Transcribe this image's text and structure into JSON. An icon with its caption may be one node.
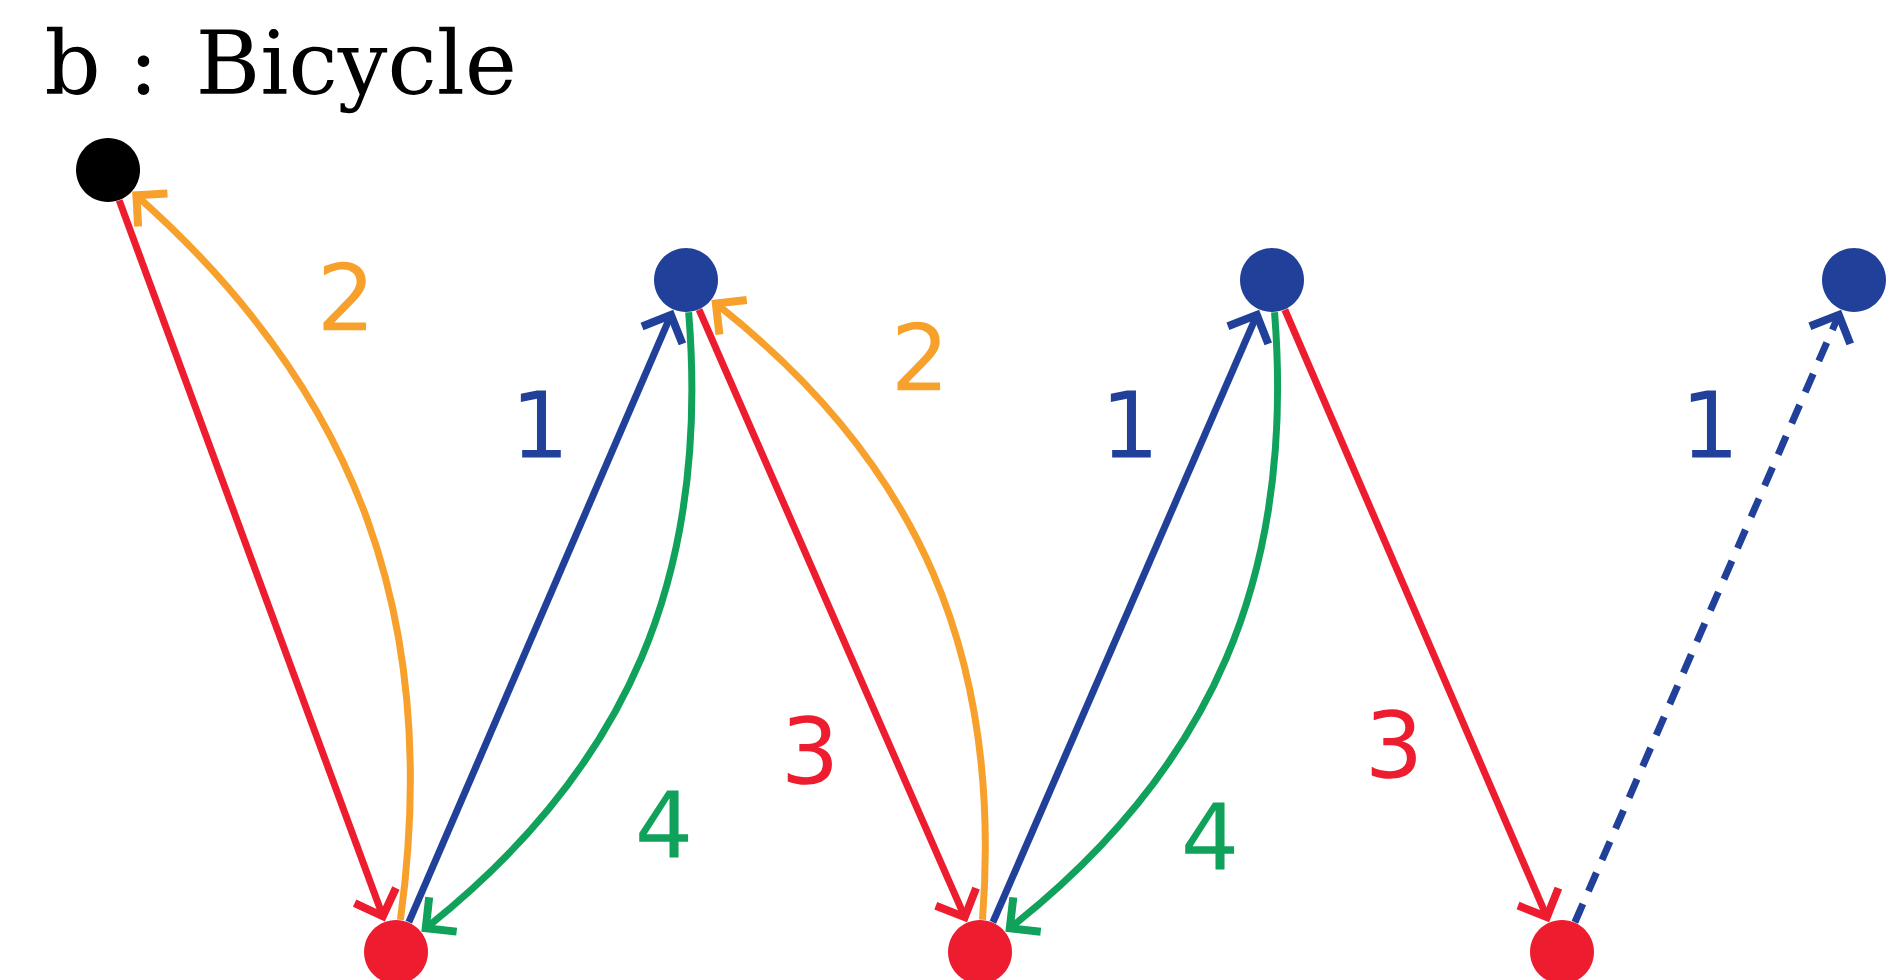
{
  "diagram": {
    "title": "b : Bicycle",
    "nodes": [
      {
        "text": [],
        "shape": "circle"
      },
      {
        "text": [],
        "shape": "circle"
      },
      {
        "text": [],
        "shape": "circle"
      },
      {
        "text": [],
        "shape": "circle"
      },
      {
        "text": [],
        "shape": "circle"
      },
      {
        "text": [],
        "shape": "circle"
      },
      {
        "text": [],
        "shape": "circle"
      }
    ],
    "edges": [
      {
        "from": 0,
        "to": 4,
        "arrow": "to",
        "color": "#ed1c2e"
      },
      {
        "from": 4,
        "to": 0,
        "arrow": "to",
        "label": "2",
        "color": "#f7a12c"
      },
      {
        "from": 4,
        "to": 1,
        "arrow": "to",
        "label": "1",
        "color": "#21409a"
      },
      {
        "from": 1,
        "to": 4,
        "arrow": "to",
        "label": "4",
        "color": "#10a15a"
      },
      {
        "from": 1,
        "to": 5,
        "arrow": "to",
        "label": "3",
        "color": "#ed1c2e"
      },
      {
        "from": 5,
        "to": 1,
        "arrow": "to",
        "label": "2",
        "color": "#f7a12c"
      },
      {
        "from": 5,
        "to": 2,
        "arrow": "to",
        "label": "1",
        "color": "#21409a"
      },
      {
        "from": 2,
        "to": 5,
        "arrow": "to",
        "label": "4",
        "color": "#10a15a"
      },
      {
        "from": 2,
        "to": 6,
        "arrow": "to",
        "label": "3",
        "color": "#ed1c2e"
      },
      {
        "from": 6,
        "to": 3,
        "arrow": "to",
        "label": "1",
        "style": "dashed",
        "color": "#21409a"
      }
    ]
  }
}
